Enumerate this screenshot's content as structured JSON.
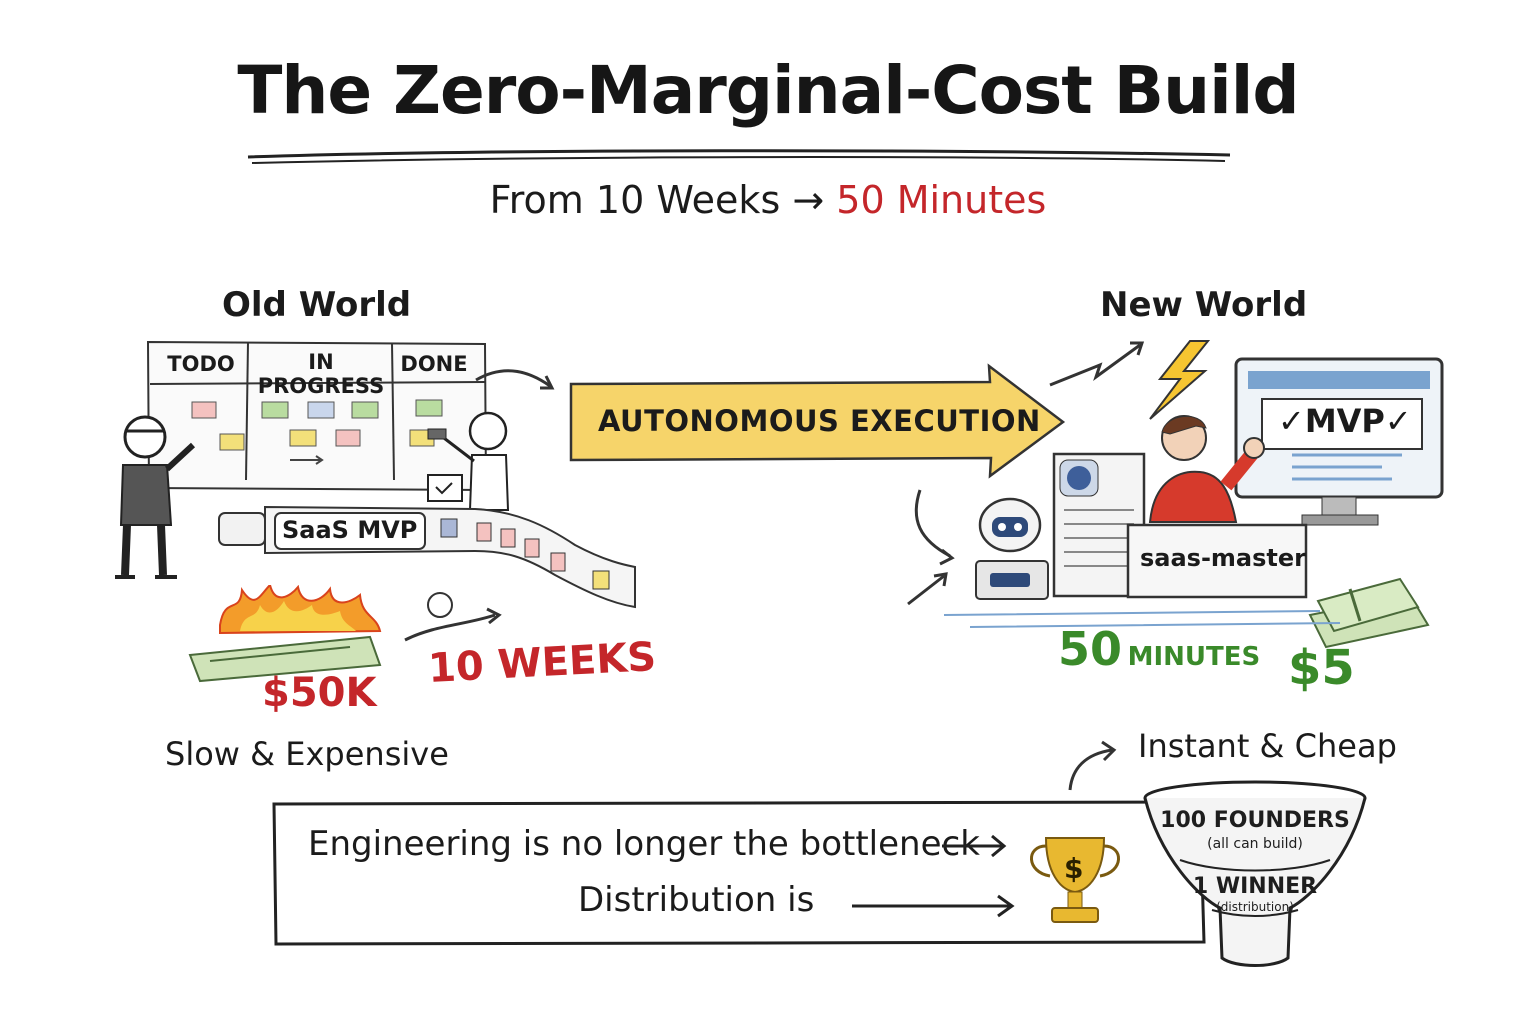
{
  "title": "The Zero-Marginal-Cost Build",
  "subtitle": {
    "from": "From 10 Weeks",
    "arrow": "→",
    "to": "50 Minutes"
  },
  "old_world": {
    "label": "Old World",
    "board_columns": [
      "TODO",
      "IN PROGRESS",
      "DONE"
    ],
    "conveyor_label": "SaaS MVP",
    "cost": "$50K",
    "time": "10 WEEKS",
    "caption": "Slow & Expensive"
  },
  "banner": {
    "label": "AUTONOMOUS EXECUTION"
  },
  "new_world": {
    "label": "New World",
    "monitor_label": "✓MVP✓",
    "server_label": "saas-master",
    "time_number": "50",
    "time_unit": "MINUTES",
    "cost": "$5",
    "caption": "Instant & Cheap"
  },
  "bottom": {
    "line1": "Engineering is no longer the bottleneck",
    "line2": "Distribution is",
    "trophy_symbol": "$"
  },
  "funnel": {
    "top_label": "100 FOUNDERS",
    "top_sub": "(all can build)",
    "bottom_label": "1 WINNER",
    "bottom_sub": "(distribution)"
  },
  "colors": {
    "red": "#c4262a",
    "green": "#3a8a2a",
    "banner_yellow": "#f6d46a",
    "trophy_gold": "#e8b830",
    "shirt_red": "#d63a2c"
  }
}
